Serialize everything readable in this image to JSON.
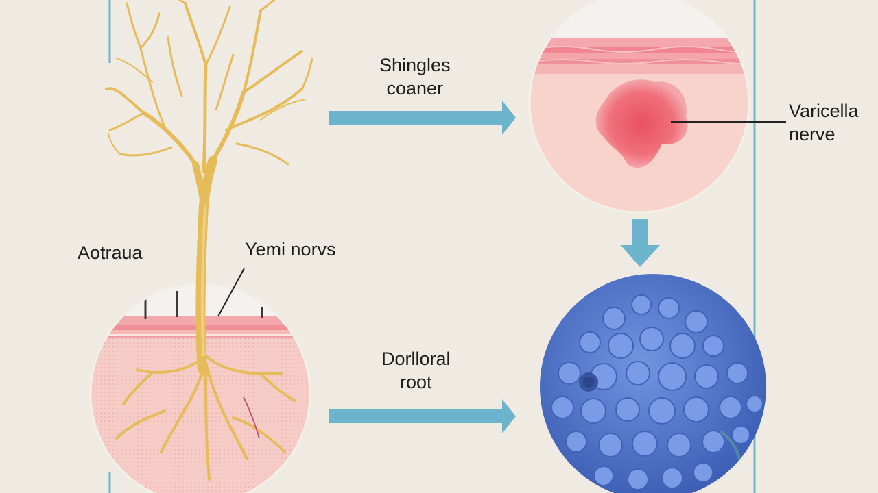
{
  "labels": {
    "shingles": [
      "Shingles",
      "coaner"
    ],
    "varicella": [
      "Varicella",
      "nerve"
    ],
    "aotraua": "Aotraua",
    "yemi": "Yemi norvs",
    "dorsal": [
      "Dorlloral",
      "root"
    ]
  },
  "colors": {
    "background": "#efebe3",
    "frame_line": "#6fb6cc",
    "arrow": "#6cb4cb",
    "nerve": "#e6bb5a",
    "nerve_dark": "#d9a63e",
    "skin_pink": "#f6c7c0",
    "skin_band": "#ef8f98",
    "rash": "#e8505e",
    "virus": "#5d82d4",
    "virus_dark": "#3f63b8",
    "text": "#1e1e1e"
  },
  "icons": [
    "nerve-cell",
    "skin-cross-section",
    "rash-skin-circle",
    "virus-particle",
    "arrow-right",
    "arrow-down"
  ]
}
